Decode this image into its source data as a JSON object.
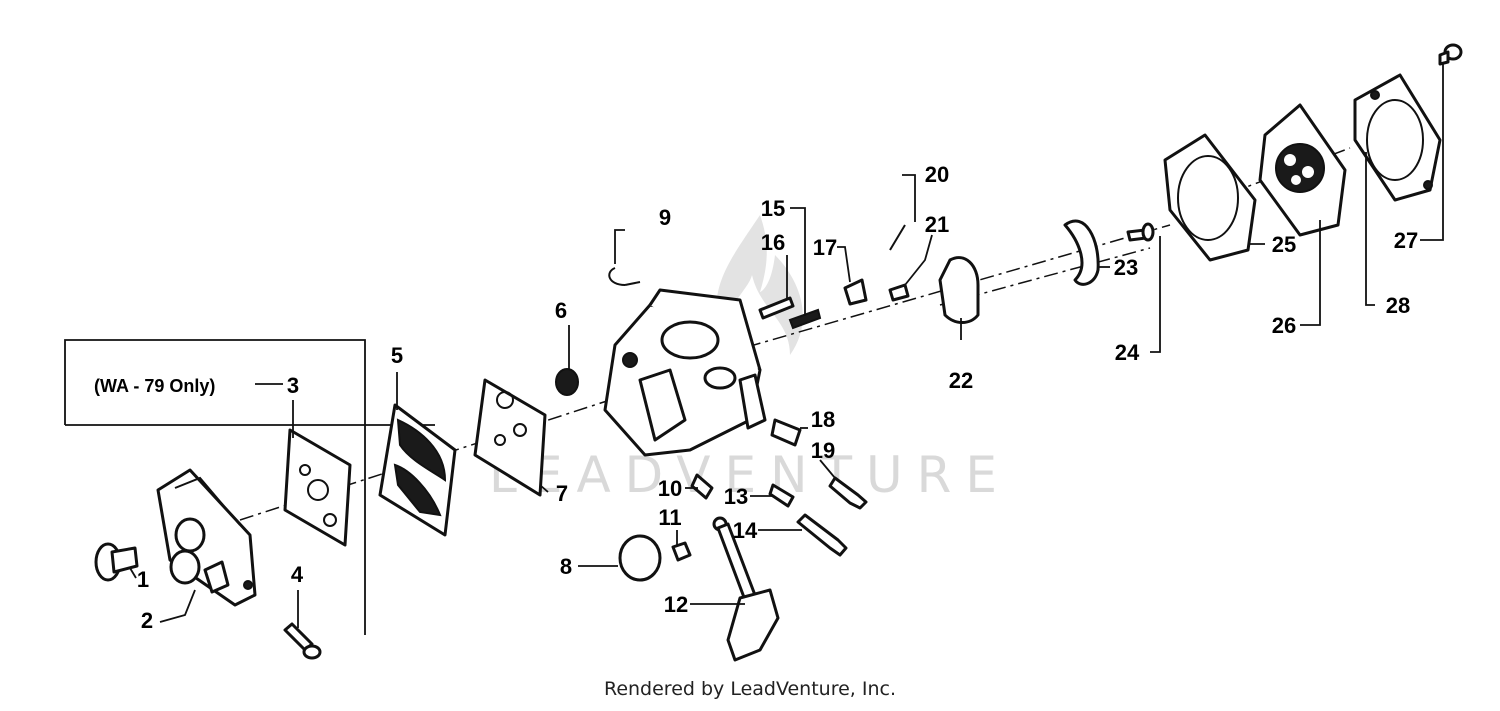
{
  "diagram": {
    "callouts": [
      "1",
      "2",
      "3",
      "4",
      "5",
      "6",
      "7",
      "8",
      "9",
      "10",
      "11",
      "12",
      "13",
      "14",
      "15",
      "16",
      "17",
      "18",
      "19",
      "20",
      "21",
      "22",
      "23",
      "24",
      "25",
      "26",
      "27",
      "28"
    ],
    "note": "(WA - 79 Only)",
    "watermark": "LEADVENTURE",
    "credit": "Rendered by LeadVenture, Inc."
  }
}
